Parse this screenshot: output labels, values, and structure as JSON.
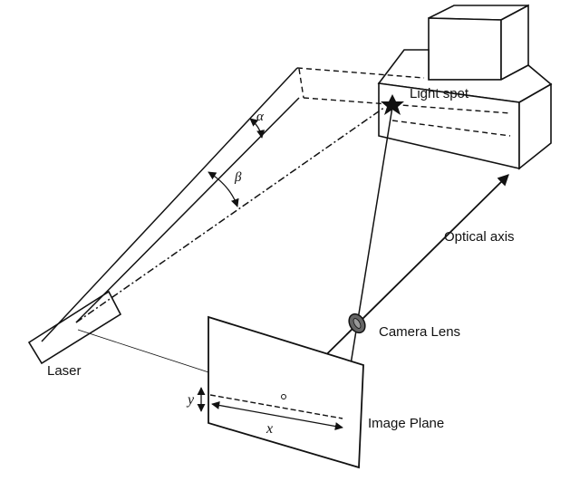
{
  "labels": {
    "light_spot": "Light spot",
    "optical_axis": "Optical axis",
    "camera_lens": "Camera Lens",
    "laser": "Laser",
    "image_plane": "Image Plane",
    "alpha": "α",
    "beta": "β",
    "x": "x",
    "y": "y"
  }
}
